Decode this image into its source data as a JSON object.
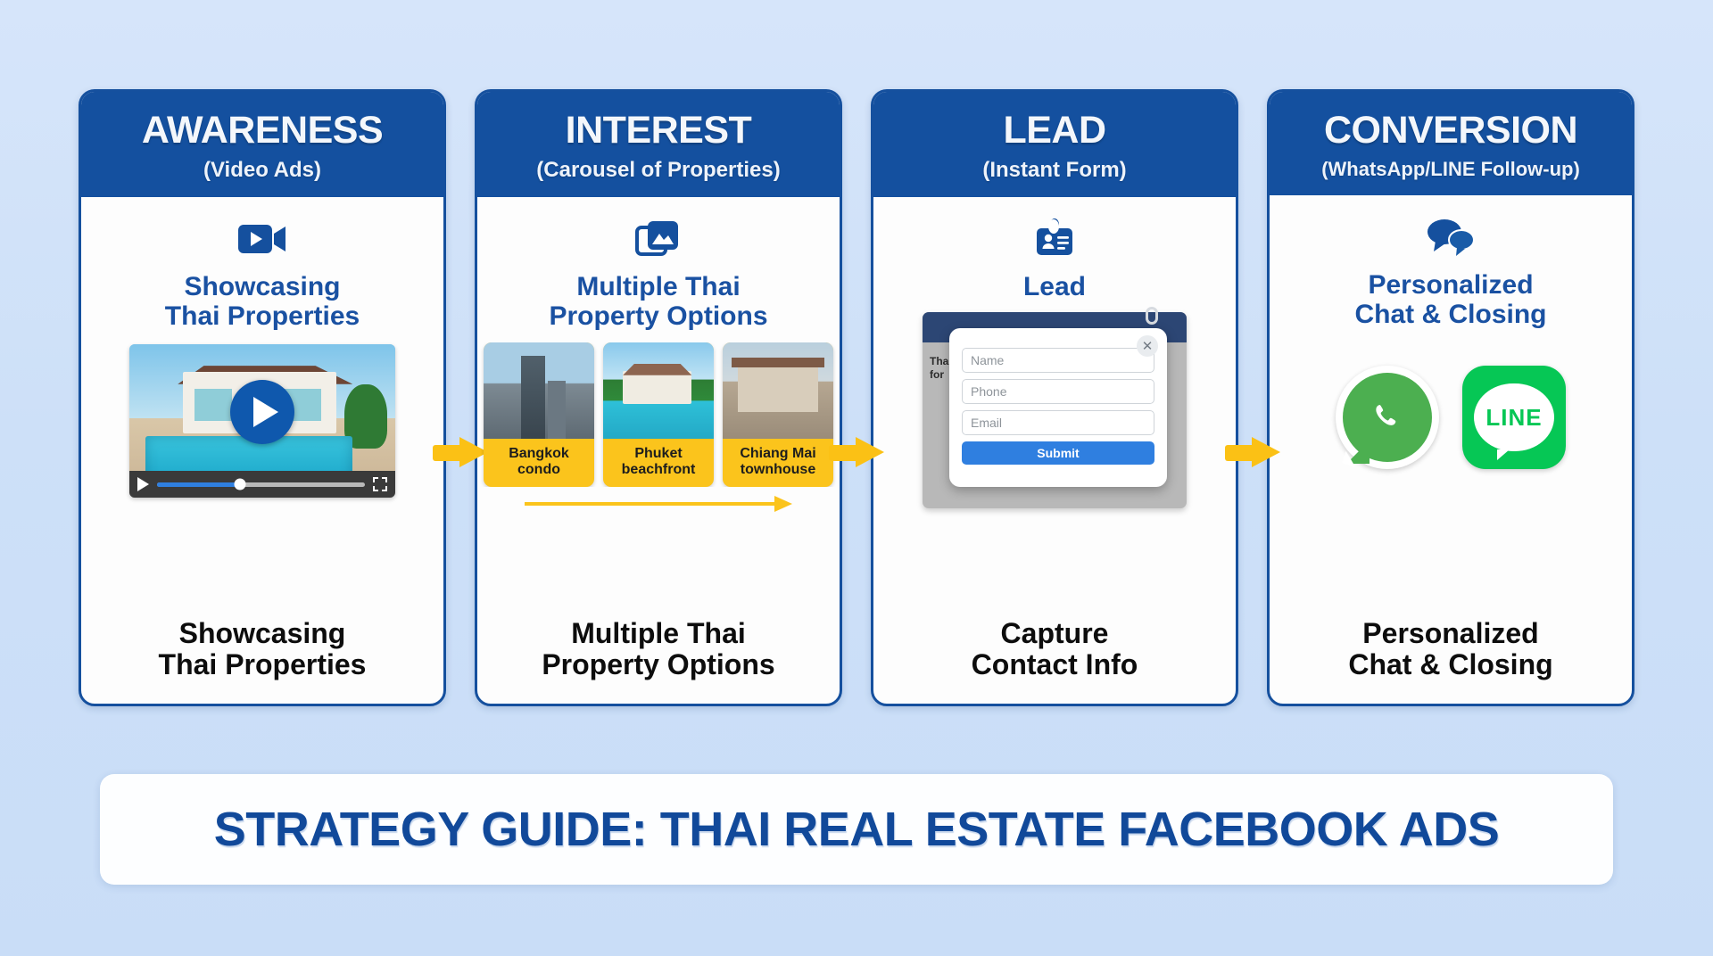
{
  "background_color": "#cfe0f7",
  "accent_blue": "#14509f",
  "accent_yellow": "#fbc41c",
  "stages": [
    {
      "title": "AWARENESS",
      "subtitle": "(Video Ads)",
      "icon": "video-camera-icon",
      "mid_label": "Showcasing\nThai Properties",
      "mid_label_line1": "Showcasing",
      "mid_label_line2": "Thai Properties",
      "foot_line1": "Showcasing",
      "foot_line2": "Thai Properties",
      "media": {
        "type": "video-player",
        "play_button": "play-icon",
        "progress_percent": 40,
        "fullscreen_icon": "fullscreen-icon"
      }
    },
    {
      "title": "INTEREST",
      "subtitle": "(Carousel of Properties)",
      "icon": "image-stack-icon",
      "mid_label_line1": "Multiple Thai",
      "mid_label_line2": "Property Options",
      "foot_line1": "Multiple Thai",
      "foot_line2": "Property Options",
      "media": {
        "type": "carousel",
        "scroll_hint_icon": "right-arrow-icon",
        "items": [
          {
            "caption_line1": "Bangkok",
            "caption_line2": "condo"
          },
          {
            "caption_line1": "Phuket",
            "caption_line2": "beachfront"
          },
          {
            "caption_line1": "Chiang Mai",
            "caption_line2": "townhouse"
          }
        ]
      }
    },
    {
      "title": "LEAD",
      "subtitle": "(Instant Form)",
      "icon": "id-badge-icon",
      "mid_label_line1": "Lead",
      "mid_label_line2": "",
      "foot_line1": "Capture",
      "foot_line2": "Contact Info",
      "media": {
        "type": "instant-form",
        "background_text_line1": "Tha",
        "background_text_line2": "for",
        "close_icon": "close-icon",
        "fields": [
          {
            "placeholder": "Name"
          },
          {
            "placeholder": "Phone"
          },
          {
            "placeholder": "Email"
          }
        ],
        "submit_label": "Submit"
      }
    },
    {
      "title": "CONVERSION",
      "subtitle": "(WhatsApp/LINE Follow-up)",
      "icon": "chat-bubbles-icon",
      "mid_label_line1": "Personalized",
      "mid_label_line2": "Chat & Closing",
      "foot_line1": "Personalized",
      "foot_line2": "Chat & Closing",
      "media": {
        "type": "messaging-apps",
        "apps": [
          {
            "name": "whatsapp-icon",
            "label": ""
          },
          {
            "name": "line-icon",
            "label": "LINE"
          }
        ]
      }
    }
  ],
  "footer": {
    "title": "STRATEGY GUIDE: THAI REAL ESTATE FACEBOOK ADS"
  }
}
